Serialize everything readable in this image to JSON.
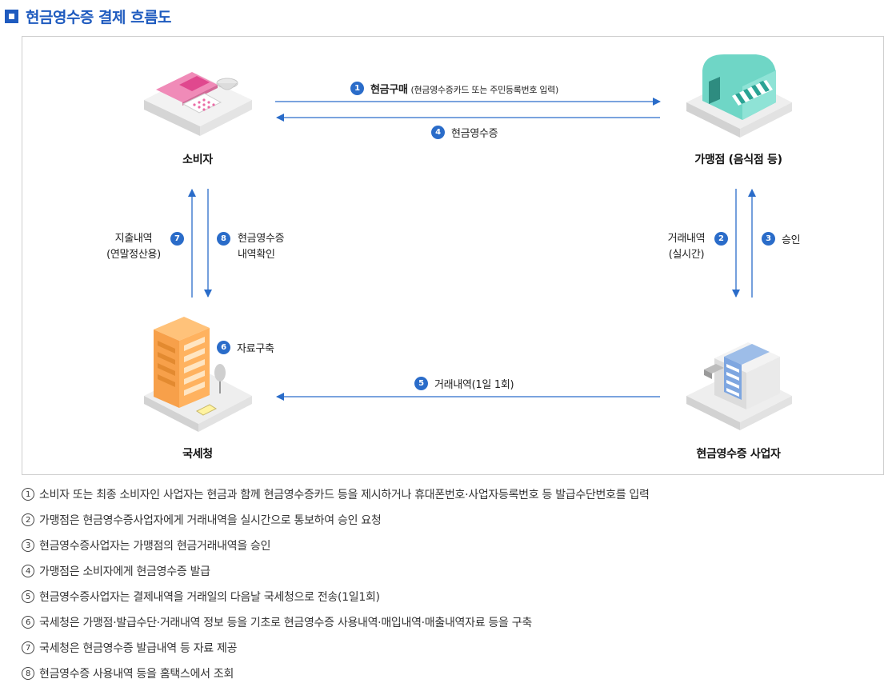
{
  "title": "현금영수증 결제 흐름도",
  "nodes": {
    "consumer": "소비자",
    "merchant": "가맹점 (음식점 등)",
    "nts": "국세청",
    "provider": "현금영수증 사업자"
  },
  "steps": {
    "s1": {
      "num": "1",
      "main": "현금구매",
      "sub": "(현금영수증카드 또는 주민등록번호 입력)"
    },
    "s2": {
      "num": "2",
      "line1": "거래내역",
      "line2": "(실시간)"
    },
    "s3": {
      "num": "3",
      "text": "승인"
    },
    "s4": {
      "num": "4",
      "text": "현금영수증"
    },
    "s5": {
      "num": "5",
      "text": "거래내역(1일 1회)"
    },
    "s6": {
      "num": "6",
      "text": "자료구축"
    },
    "s7": {
      "num": "7",
      "line1": "지출내역",
      "line2": "(연말정산용)"
    },
    "s8": {
      "num": "8",
      "line1": "현금영수증",
      "line2": "내역확인"
    }
  },
  "notes": [
    {
      "num": "1",
      "text": "소비자 또는 최종 소비자인 사업자는 현금과 함께 현금영수증카드 등을 제시하거나 휴대폰번호·사업자등록번호 등 발급수단번호를 입력"
    },
    {
      "num": "2",
      "text": "가맹점은 현금영수증사업자에게 거래내역을 실시간으로 통보하여 승인 요청"
    },
    {
      "num": "3",
      "text": "현금영수증사업자는 가맹점의 현금거래내역을 승인"
    },
    {
      "num": "4",
      "text": "가맹점은 소비자에게 현금영수증 발급"
    },
    {
      "num": "5",
      "text": "현금영수증사업자는 결제내역을 거래일의 다음날 국세청으로 전송(1일1회)"
    },
    {
      "num": "6",
      "text": "국세청은 가맹점·발급수단·거래내역 정보 등을 기초로 현금영수증 사용내역·매입내역·매출내역자료 등을 구축"
    },
    {
      "num": "7",
      "text": "국세청은 현금영수증 발급내역 등 자료 제공"
    },
    {
      "num": "8",
      "text": "현금영수증 사용내역 등을 홈택스에서 조회"
    }
  ],
  "colors": {
    "title": "#1f5bbf",
    "badge": "#2a6cc9",
    "arrow": "#2a6cc9"
  }
}
